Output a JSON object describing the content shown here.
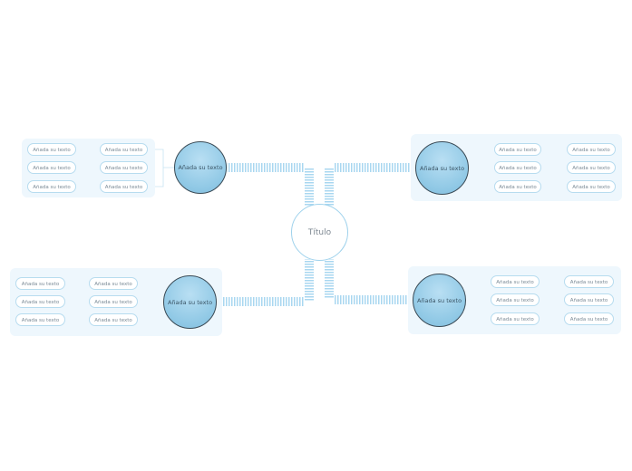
{
  "center": {
    "title": "Título"
  },
  "colors": {
    "stripe": "#a9d7f0",
    "thin_line": "#c6e3f3",
    "panel": "#eef7fd"
  },
  "branches": [
    {
      "label": "Añada su texto",
      "subtopics": [
        {
          "label": "Añada su texto",
          "leaf": "Añada su texto"
        },
        {
          "label": "Añada su texto",
          "leaf": "Añada su texto"
        },
        {
          "label": "Añada su texto",
          "leaf": "Añada su texto"
        }
      ]
    },
    {
      "label": "Añada su texto",
      "subtopics": [
        {
          "label": "Añada su texto",
          "leaf": "Añada su texto"
        },
        {
          "label": "Añada su texto",
          "leaf": "Añada su texto"
        },
        {
          "label": "Añada su texto",
          "leaf": "Añada su texto"
        }
      ]
    },
    {
      "label": "Añada su texto",
      "subtopics": [
        {
          "label": "Añada su texto",
          "leaf": "Añada su texto"
        },
        {
          "label": "Añada su texto",
          "leaf": "Añada su texto"
        },
        {
          "label": "Añada su texto",
          "leaf": "Añada su texto"
        }
      ]
    },
    {
      "label": "Añada su texto",
      "subtopics": [
        {
          "label": "Añada su texto",
          "leaf": "Añada su texto"
        },
        {
          "label": "Añada su texto",
          "leaf": "Añada su texto"
        },
        {
          "label": "Añada su texto",
          "leaf": "Añada su texto"
        }
      ]
    }
  ]
}
